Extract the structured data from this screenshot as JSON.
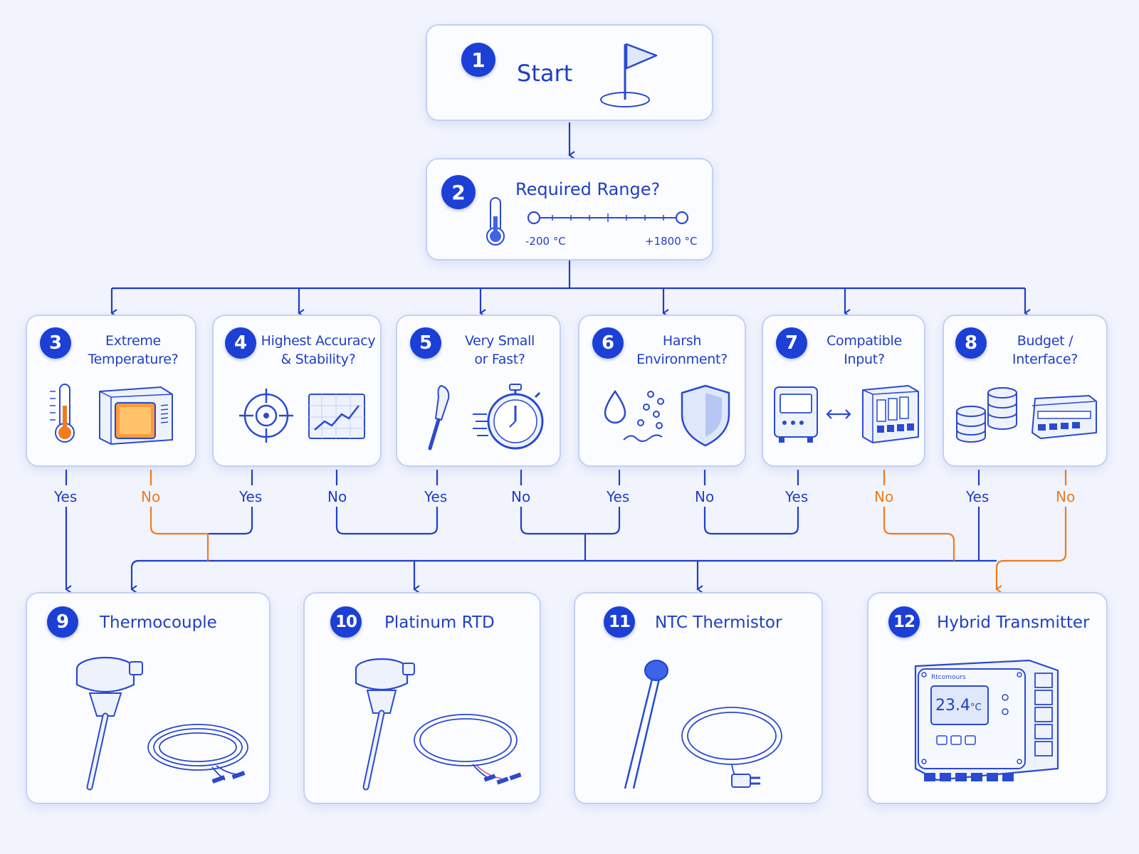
{
  "start": {
    "num": "1",
    "label": "Start"
  },
  "range": {
    "num": "2",
    "label": "Required Range?",
    "min": "-200 °C",
    "max": "+1800 °C"
  },
  "questions": [
    {
      "num": "3",
      "line1": "Extreme",
      "line2": "Temperature?",
      "yes": "Yes",
      "no": "No"
    },
    {
      "num": "4",
      "line1": "Highest Accuracy",
      "line2": "& Stability?",
      "yes": "Yes",
      "no": "No"
    },
    {
      "num": "5",
      "line1": "Very Small",
      "line2": "or Fast?",
      "yes": "Yes",
      "no": "No"
    },
    {
      "num": "6",
      "line1": "Harsh",
      "line2": "Environment?",
      "yes": "Yes",
      "no": "No"
    },
    {
      "num": "7",
      "line1": "Compatible",
      "line2": "Input?",
      "yes": "Yes",
      "no": "No"
    },
    {
      "num": "8",
      "line1": "Budget /",
      "line2": "Interface?",
      "yes": "Yes",
      "no": "No"
    }
  ],
  "outcomes": [
    {
      "num": "9",
      "label": "Thermocouple"
    },
    {
      "num": "10",
      "label": "Platinum RTD"
    },
    {
      "num": "11",
      "label": "NTC Thermistor"
    },
    {
      "num": "12",
      "label": "Hybrid Transmitter",
      "display": "23.4",
      "display_unit": "°C",
      "brand": "Rtcomours"
    }
  ],
  "icons": {
    "start": "flag-icon",
    "range": "thermometer-icon",
    "q3": [
      "thermometer-icon",
      "furnace-icon"
    ],
    "q4": [
      "target-icon",
      "chart-icon"
    ],
    "q5": [
      "probe-icon",
      "stopwatch-icon"
    ],
    "q6": [
      "droplet-icon",
      "particles-icon",
      "shield-icon"
    ],
    "q7": [
      "meter-icon",
      "bidirectional-arrow-icon",
      "controller-icon"
    ],
    "q8": [
      "coins-icon",
      "network-switch-icon"
    ]
  },
  "colors": {
    "primary": "#1c3fd6",
    "yes_line": "#1f3fc4",
    "no_line": "#f07a1e",
    "background": "#f1f4fd"
  }
}
